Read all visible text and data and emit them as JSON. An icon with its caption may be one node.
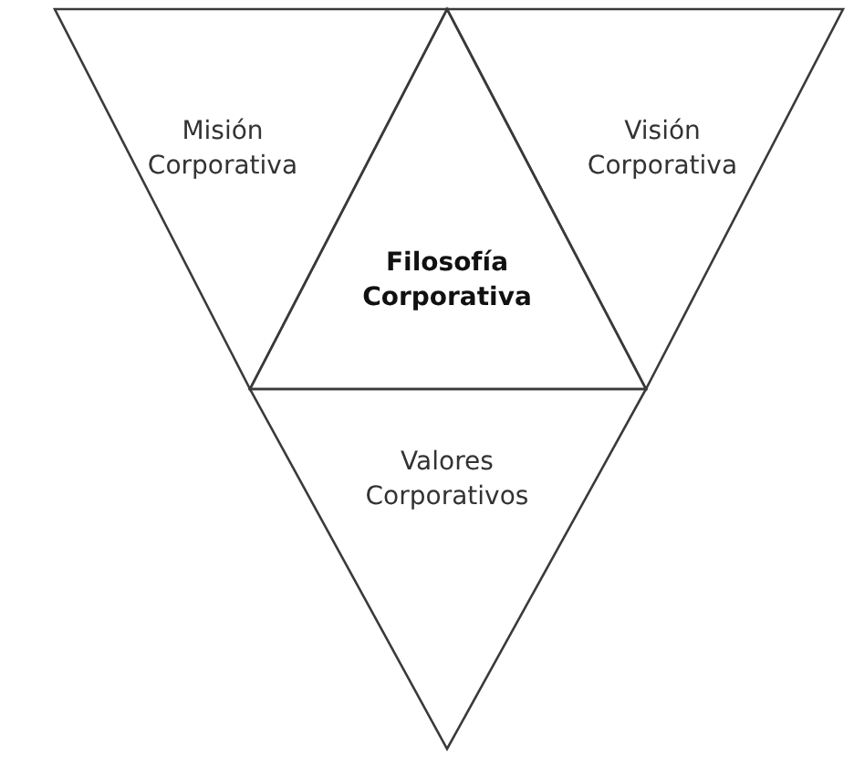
{
  "diagram": {
    "nodes": [
      {
        "text": [
          "Misión Corporativa"
        ]
      },
      {
        "text": [
          "Visión Corporativa"
        ]
      },
      {
        "text": [
          "Filosofía Corporativa"
        ]
      },
      {
        "text": [
          "Valores Corporativos"
        ]
      }
    ]
  }
}
